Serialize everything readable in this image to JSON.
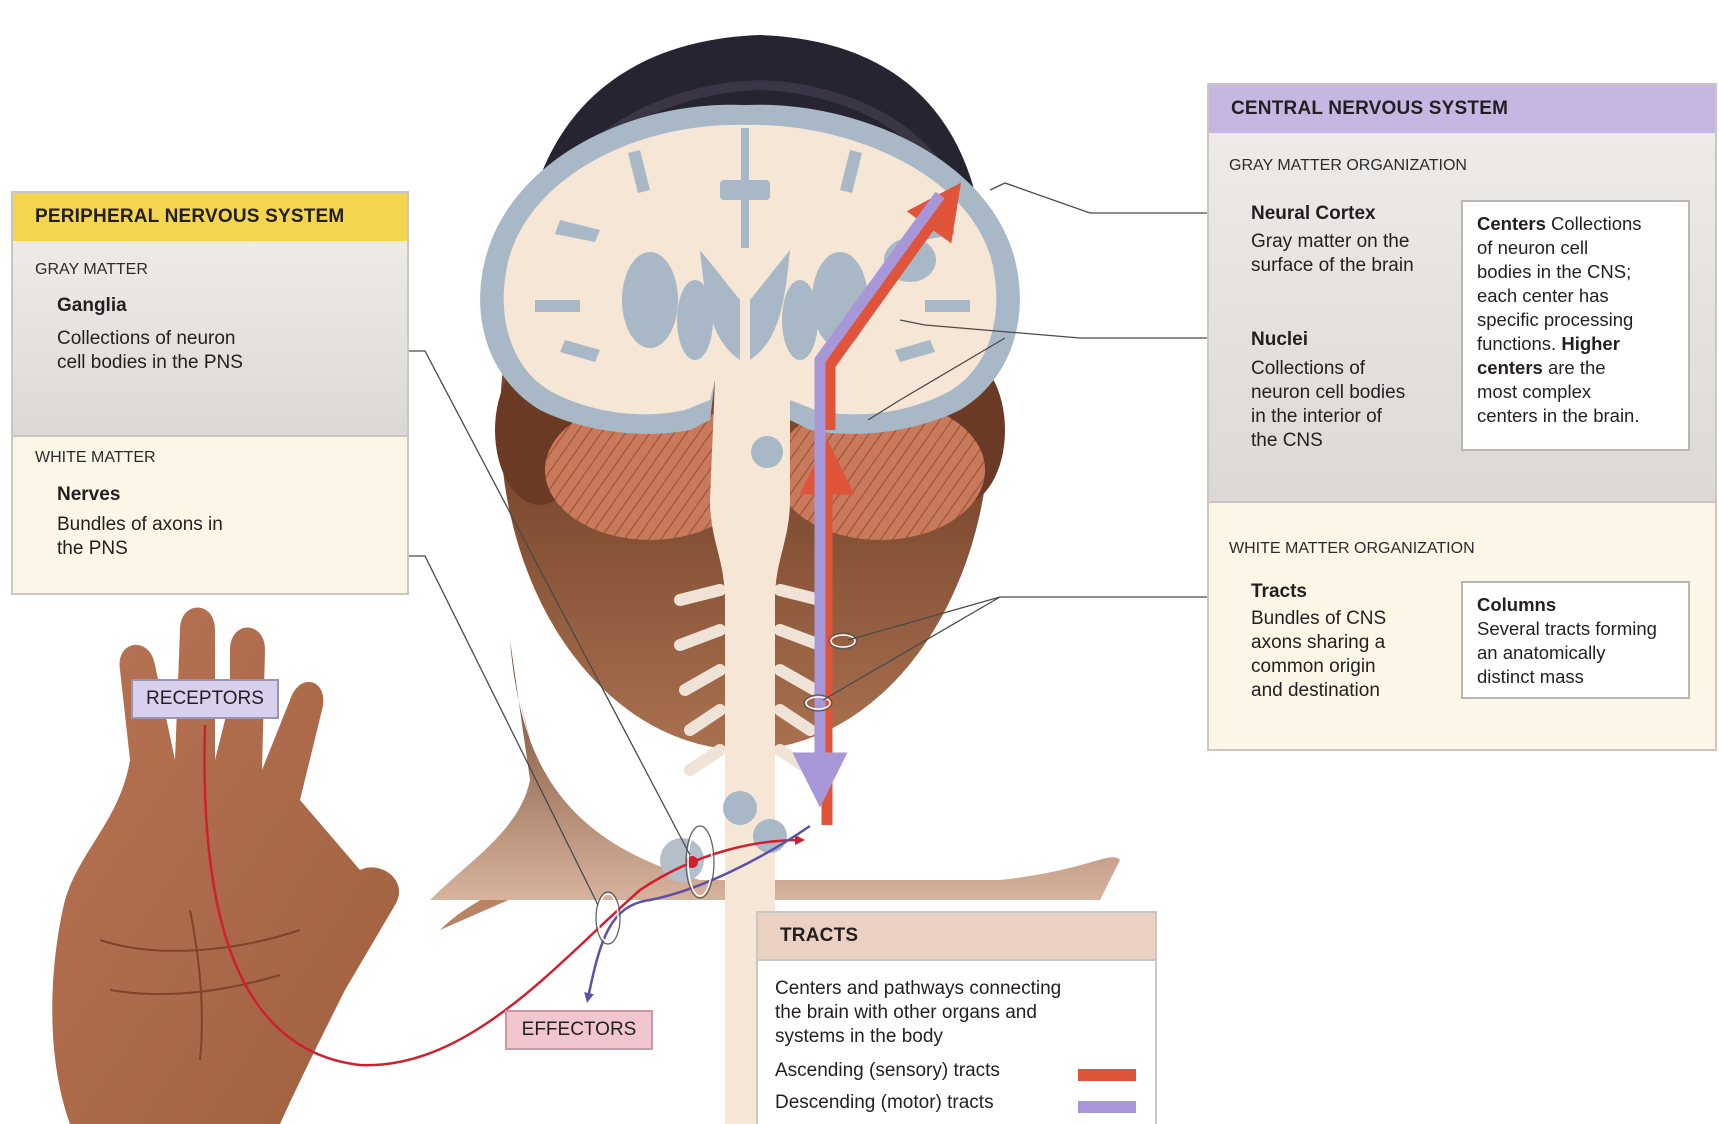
{
  "colors": {
    "ascending": "#e0553a",
    "descending": "#a796d8",
    "sensory_nerve": "#d0202f",
    "motor_nerve": "#5b51a8",
    "pns_header": "#f3d64d",
    "cns_header": "#c5b7e2",
    "tracts_header": "#ead1c2",
    "gray_panel": "#e6e3e1",
    "white_panel": "#fbf6e6"
  },
  "icons": [
    "brain-section-illustration",
    "head-illustration",
    "hand-illustration",
    "spinal-cord-illustration"
  ],
  "pns": {
    "title": "PERIPHERAL NERVOUS SYSTEM",
    "gray_label": "GRAY MATTER",
    "ganglia_term": "Ganglia",
    "ganglia_desc_1": "Collections of neuron",
    "ganglia_desc_2": "cell bodies in the PNS",
    "white_label": "WHITE MATTER",
    "nerves_term": "Nerves",
    "nerves_desc_1": "Bundles of axons in",
    "nerves_desc_2": "the PNS"
  },
  "cns": {
    "title": "CENTRAL NERVOUS SYSTEM",
    "gray_label": "GRAY MATTER ORGANIZATION",
    "cortex_term": "Neural Cortex",
    "cortex_desc_1": "Gray matter on the",
    "cortex_desc_2": "surface of the brain",
    "nuclei_term": "Nuclei",
    "nuclei_desc_1": "Collections of",
    "nuclei_desc_2": "neuron cell bodies",
    "nuclei_desc_3": "in the interior of",
    "nuclei_desc_4": "the CNS",
    "centers": {
      "term": "Centers",
      "l1": " Collections",
      "l2": "of neuron cell",
      "l3": "bodies in the CNS;",
      "l4": "each center has",
      "l5": "specific processing",
      "l6a": "functions. ",
      "l6b": "Higher",
      "l7a": "centers",
      "l7b": " are the",
      "l8": "most complex",
      "l9": "centers in the brain."
    },
    "white_label": "WHITE MATTER ORGANIZATION",
    "tracts_term": "Tracts",
    "tracts_desc_1": "Bundles of CNS",
    "tracts_desc_2": "axons sharing a",
    "tracts_desc_3": "common origin",
    "tracts_desc_4": "and destination",
    "columns_term": "Columns",
    "columns_desc_1": "Several tracts forming",
    "columns_desc_2": "an anatomically",
    "columns_desc_3": "distinct mass"
  },
  "tracts_box": {
    "title": "TRACTS",
    "desc_1": "Centers and pathways connecting",
    "desc_2": "the brain with other organs and",
    "desc_3": "systems in the body",
    "ascending": "Ascending (sensory) tracts",
    "descending": "Descending (motor) tracts"
  },
  "tags": {
    "receptors": "RECEPTORS",
    "effectors": "EFFECTORS"
  }
}
